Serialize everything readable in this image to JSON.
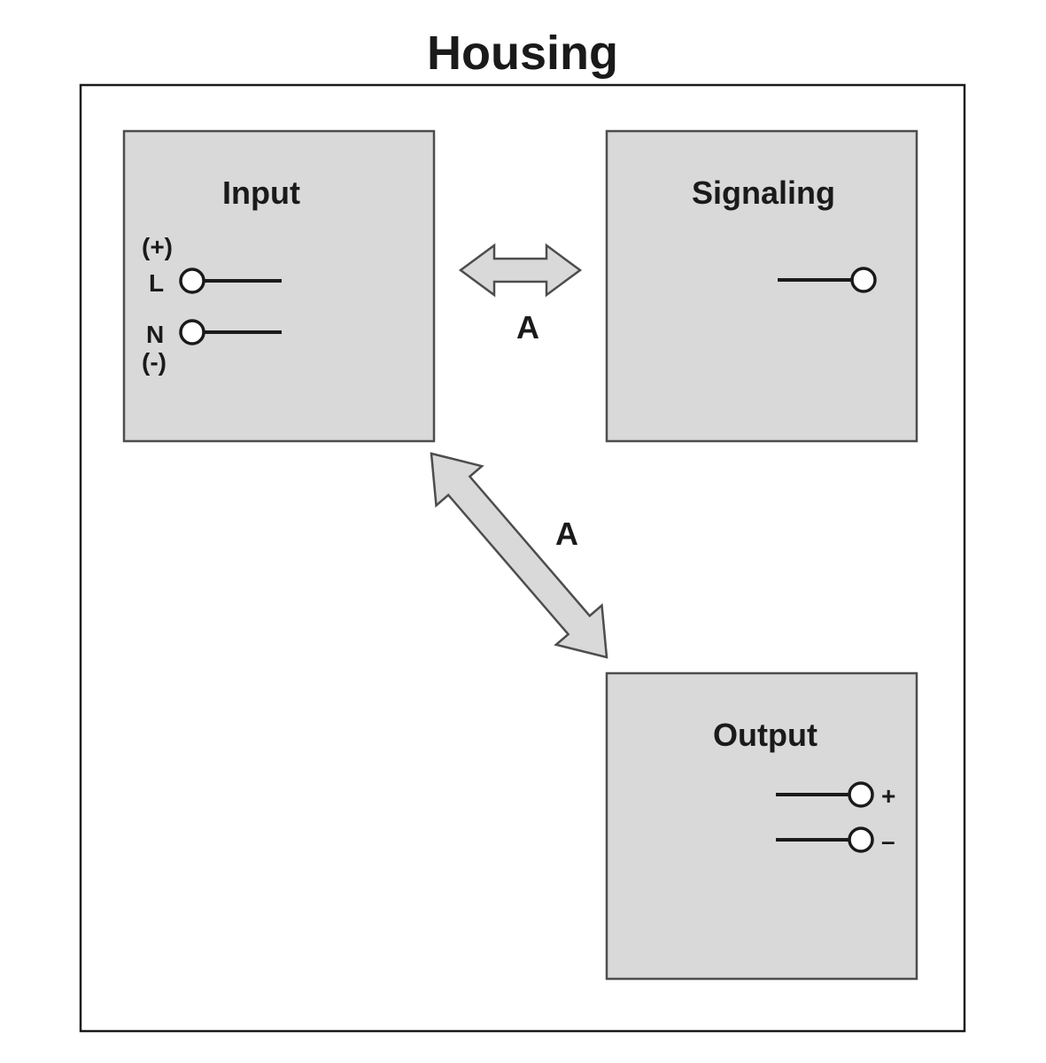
{
  "title": "Housing",
  "blocks": {
    "input": {
      "label": "Input",
      "plus_label": "(+)",
      "line_label": "L",
      "neutral_label": "N",
      "minus_label": "(-)"
    },
    "signaling": {
      "label": "Signaling"
    },
    "output": {
      "label": "Output",
      "plus_label": "+",
      "minus_label": "–"
    }
  },
  "arrows": {
    "input_signaling_label": "A",
    "input_output_label": "A"
  },
  "colors": {
    "block_fill": "#d9d9d9",
    "block_stroke": "#4d4d4d",
    "housing_stroke": "#1a1a1a",
    "text_color": "#1a1a1a",
    "background": "#ffffff"
  }
}
